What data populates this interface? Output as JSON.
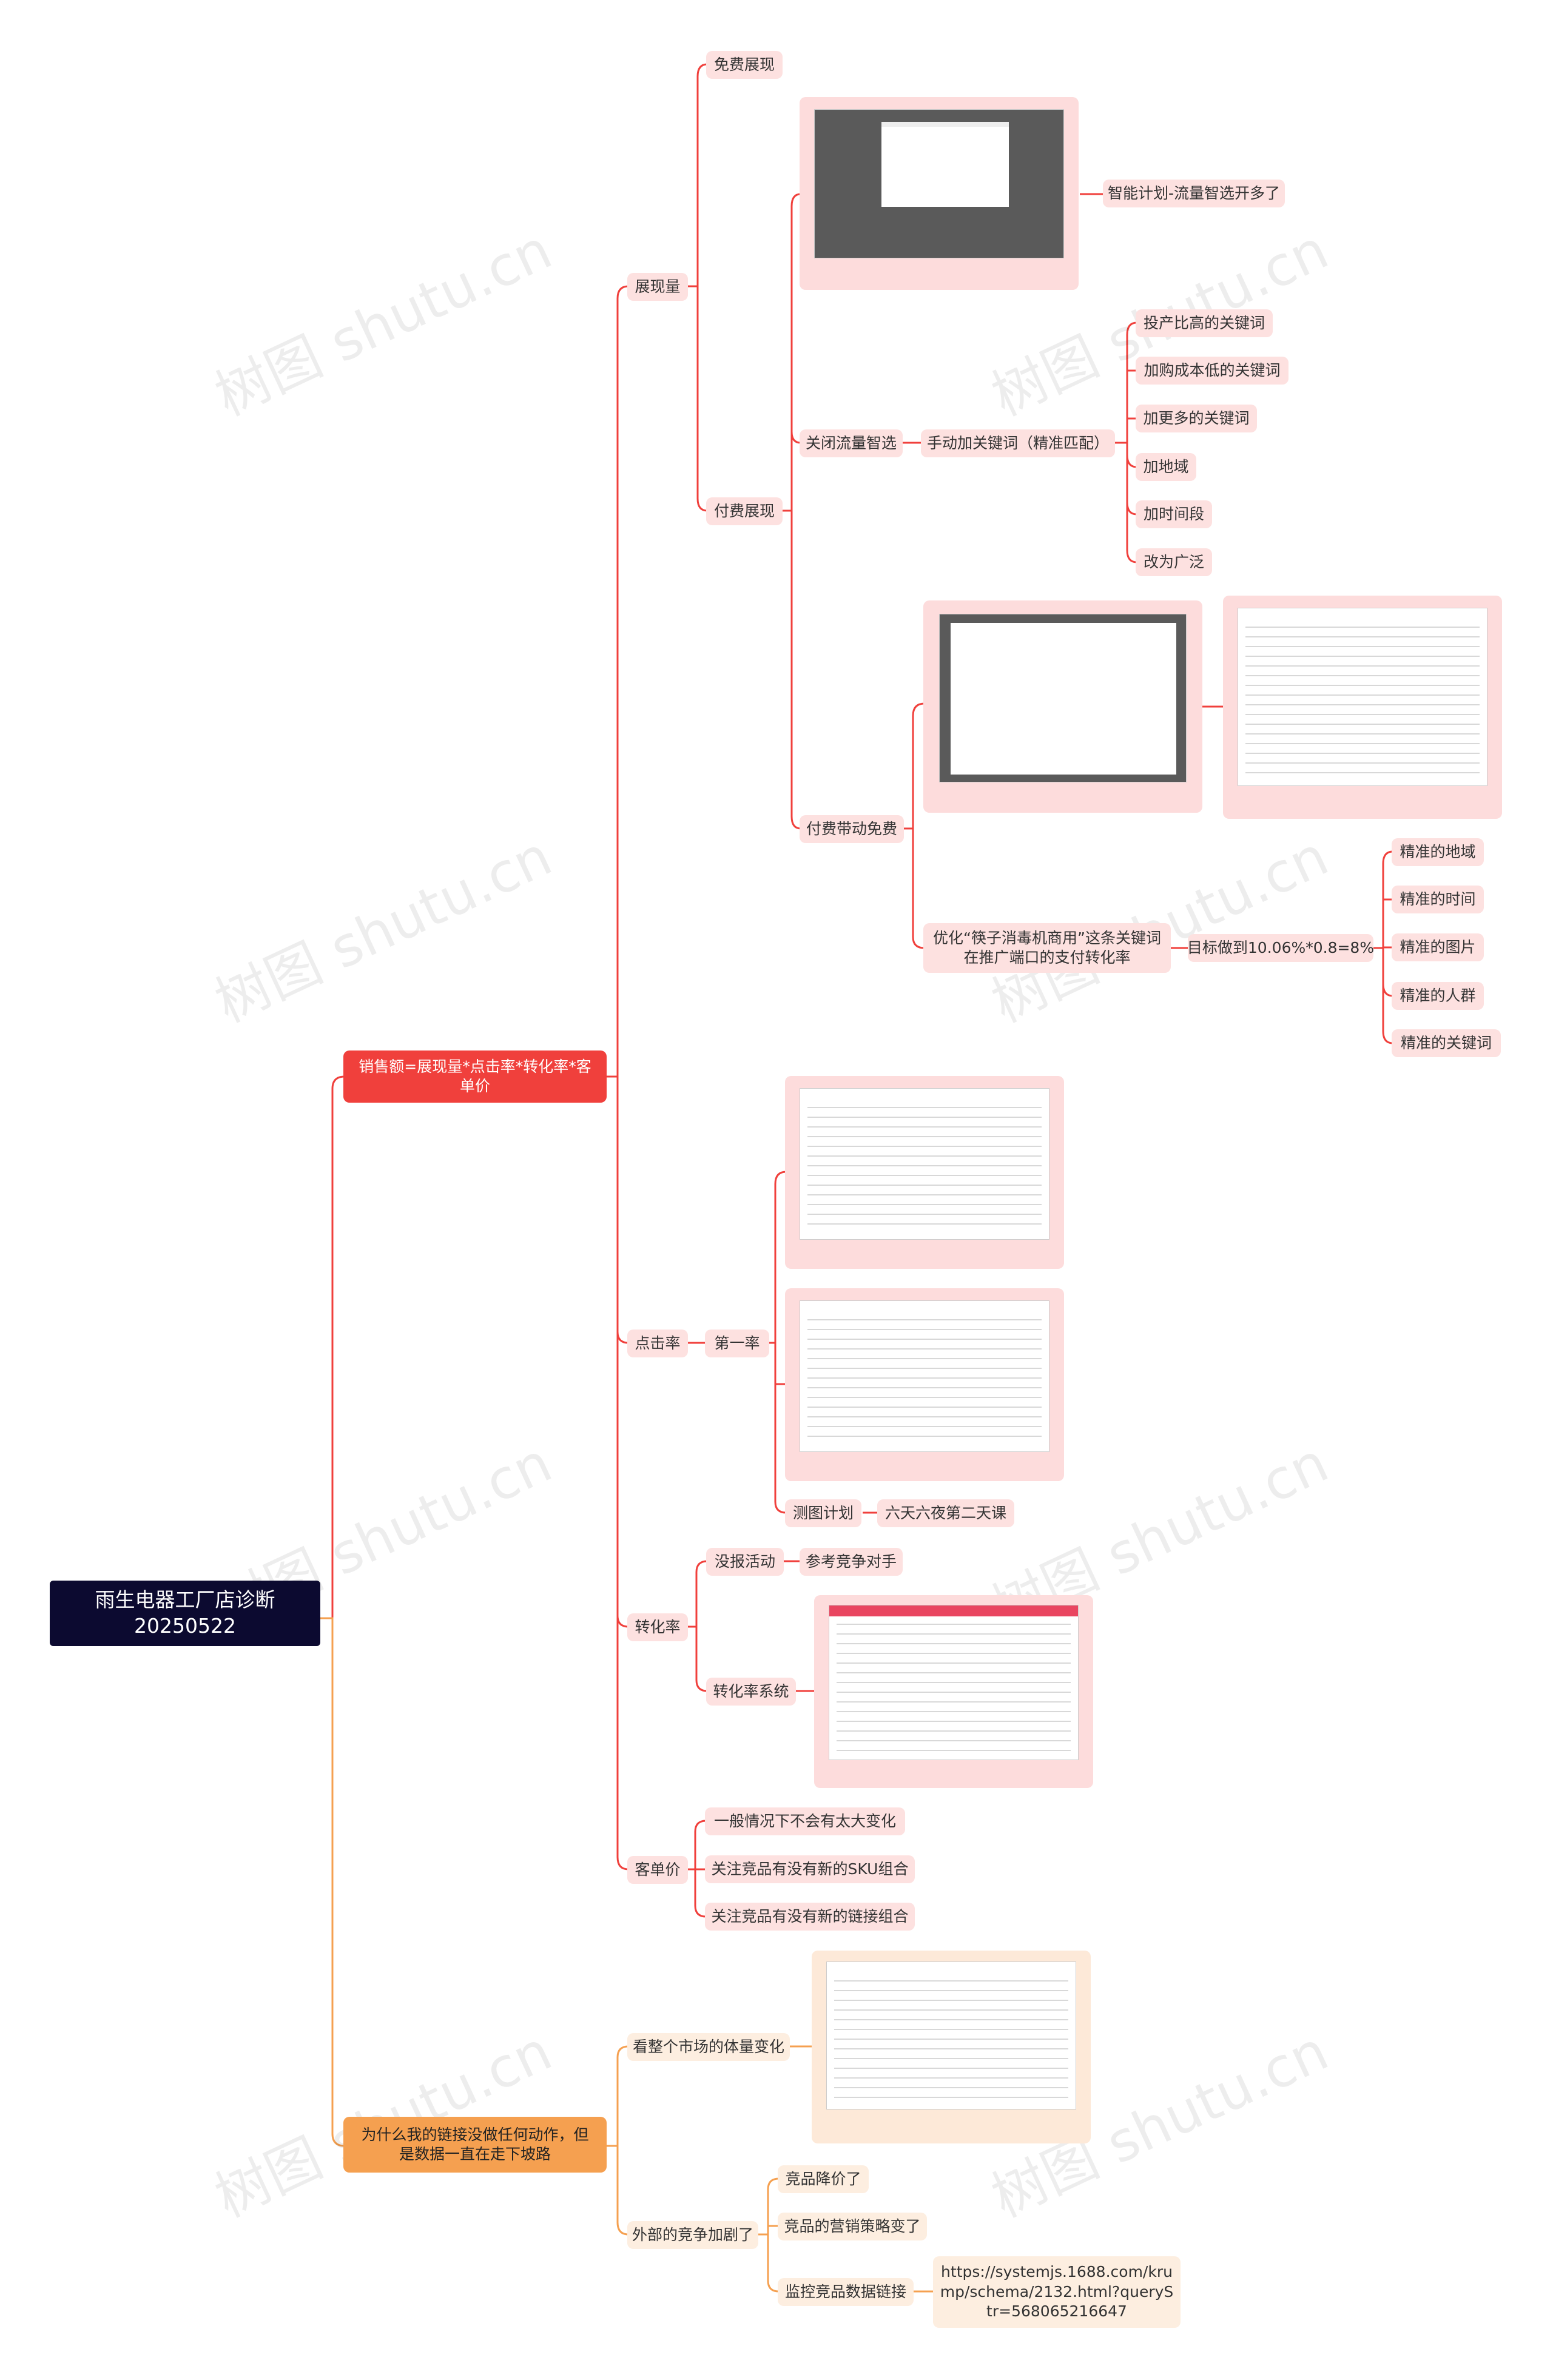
{
  "root": "雨生电器工厂店诊断20250522",
  "branch_sales": "销售额=展现量*点击率*转化率*客单价",
  "branch_why": "为什么我的链接没做任何动作，但是数据一直在走下坡路",
  "impressions": {
    "label": "展现量",
    "free": "免费展现",
    "paid": "付费展现",
    "smart_plan": "智能计划-流量智选开多了",
    "close_smart": "关闭流量智选",
    "manual_keywords": "手动加关键词（精准匹配）",
    "keyword_items": [
      "投产比高的关键词",
      "加购成本低的关键词",
      "加更多的关键词",
      "加地域",
      "加时间段",
      "改为广泛"
    ],
    "paid_to_free": "付费带动免费",
    "optimize": "优化“筷子消毒机商用”这条关键词在推广端口的支付转化率",
    "target": "目标做到10.06%*0.8=8%",
    "precise_items": [
      "精准的地域",
      "精准的时间",
      "精准的图片",
      "精准的人群",
      "精准的关键词"
    ]
  },
  "ctr": {
    "label": "点击率",
    "first": "第一率",
    "test_plan": "测图计划",
    "course": "六天六夜第二天课"
  },
  "conversion": {
    "label": "转化率",
    "activity": "没报活动",
    "rival": "参考竞争对手",
    "system": "转化率系统"
  },
  "aov": {
    "label": "客单价",
    "items": [
      "一般情况下不会有太大变化",
      "关注竞品有没有新的SKU组合",
      "关注竞品有没有新的链接组合"
    ]
  },
  "why": {
    "market": "看整个市场的体量变化",
    "competition": "外部的竞争加剧了",
    "items": [
      "竞品降价了",
      "竞品的营销策略变了",
      "监控竞品数据链接"
    ],
    "link": "https://systemjs.1688.com/krump/schema/2132.html?queryStr=568065216647"
  },
  "watermark": "树图 shutu.cn",
  "colors": {
    "red": "#f0403c",
    "orange": "#f5a050",
    "root": "#0c0a30",
    "pink": "#fde1e0",
    "cream": "#fdeee0"
  }
}
